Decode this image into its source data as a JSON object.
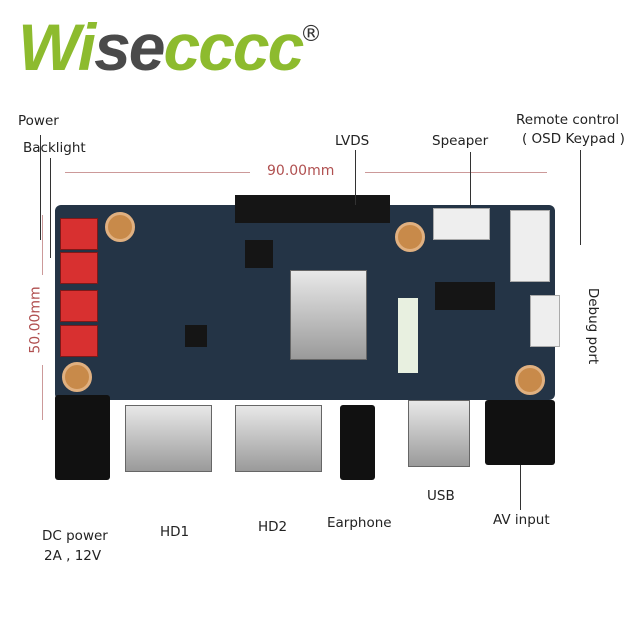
{
  "logo": {
    "brand_first": "W",
    "brand_i": "i",
    "brand_s": "s",
    "brand_e": "e",
    "brand_rest": "cccc",
    "registered": "®"
  },
  "labels": {
    "power": "Power",
    "backlight": "Backlight",
    "lvds": "LVDS",
    "speaker": "Speaper",
    "remote_line1": "Remote control",
    "remote_line2": "( OSD Keypad )",
    "debug": "Debug port",
    "dc_line1": "DC power",
    "dc_line2": "2A , 12V",
    "hd1": "HD1",
    "hd2": "HD2",
    "earphone": "Earphone",
    "usb": "USB",
    "av": "AV input"
  },
  "dimensions": {
    "width": "90.00mm",
    "height": "50.00mm"
  }
}
